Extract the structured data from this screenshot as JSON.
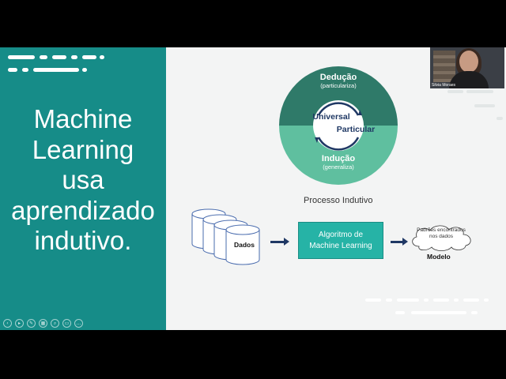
{
  "slide": {
    "headline_lines": [
      "Machine",
      "Learning",
      "usa",
      "aprendizado",
      "indutivo."
    ],
    "colors": {
      "teal": "#168c88",
      "dark_green": "#2f7a69",
      "light_green": "#5fbf9f",
      "box": "#26b3a6",
      "arrow": "#1f3864"
    }
  },
  "cycle": {
    "top_title": "Dedução",
    "top_sub": "(particulariza)",
    "bottom_title": "Indução",
    "bottom_sub": "(generaliza)",
    "inner_top": "Universal",
    "inner_bottom": "Particular"
  },
  "process": {
    "title": "Processo Indutivo",
    "data_label": "Dados",
    "algorithm_label": "Algoritmo de Machine Learning",
    "patterns_label": "Padrões encontrados nos dados",
    "model_label": "Modelo"
  },
  "webcam": {
    "name": "Silvia Moraes"
  },
  "toolbar": {
    "icons": [
      "prev-icon",
      "play-icon",
      "pen-icon",
      "slides-icon",
      "zoom-icon",
      "subtitle-icon",
      "more-icon"
    ]
  }
}
